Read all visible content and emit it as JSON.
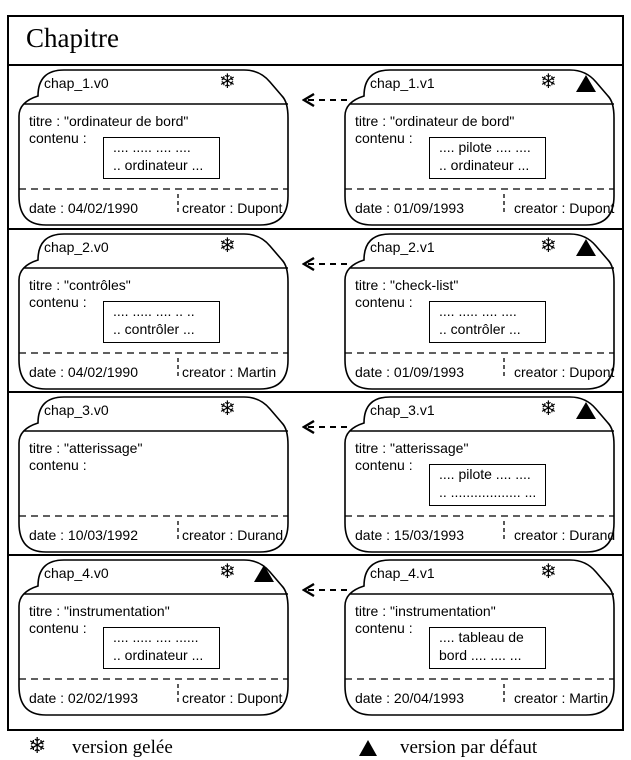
{
  "title": "Chapitre",
  "icons": {
    "frozen": "snowflake-icon",
    "default": "triangle-icon"
  },
  "rows": [
    {
      "left": {
        "name": "chap_1.v0",
        "frozen": true,
        "default": false,
        "titre": "titre : \"ordinateur de bord\"",
        "contenu_label": "contenu :",
        "contenu": [
          ".... ..... .... ....",
          ".. ordinateur ..."
        ],
        "date": "date : 04/02/1990",
        "creator": "creator : Dupont"
      },
      "right": {
        "name": "chap_1.v1",
        "frozen": true,
        "default": true,
        "titre": "titre : \"ordinateur de bord\"",
        "contenu_label": "contenu :",
        "contenu": [
          ".... pilote .... ....",
          ".. ordinateur ..."
        ],
        "date": "date : 01/09/1993",
        "creator": "creator : Dupont"
      }
    },
    {
      "left": {
        "name": "chap_2.v0",
        "frozen": true,
        "default": false,
        "titre": "titre : \"contrôles\"",
        "contenu_label": "contenu :",
        "contenu": [
          ".... ..... .... .. ..",
          ".. contrôler ..."
        ],
        "date": "date : 04/02/1990",
        "creator": "creator : Martin"
      },
      "right": {
        "name": "chap_2.v1",
        "frozen": true,
        "default": true,
        "titre": "titre : \"check-list\"",
        "contenu_label": "contenu :",
        "contenu": [
          ".... ..... .... ....",
          ".. contrôler ..."
        ],
        "date": "date : 01/09/1993",
        "creator": "creator : Dupont"
      }
    },
    {
      "left": {
        "name": "chap_3.v0",
        "frozen": true,
        "default": false,
        "titre": "titre : \"atterissage\"",
        "contenu_label": "contenu :",
        "contenu": [],
        "date": "date : 10/03/1992",
        "creator": "creator : Durand"
      },
      "right": {
        "name": "chap_3.v1",
        "frozen": true,
        "default": true,
        "titre": "titre : \"atterissage\"",
        "contenu_label": "contenu :",
        "contenu": [
          ".... pilote .... ....",
          ".. .................. ..."
        ],
        "date": "date : 15/03/1993",
        "creator": "creator : Durand"
      }
    },
    {
      "left": {
        "name": "chap_4.v0",
        "frozen": true,
        "default": true,
        "titre": "titre : \"instrumentation\"",
        "contenu_label": "contenu :",
        "contenu": [
          ".... ..... .... ......",
          ".. ordinateur ..."
        ],
        "date": "date : 02/02/1993",
        "creator": "creator : Dupont"
      },
      "right": {
        "name": "chap_4.v1",
        "frozen": true,
        "default": false,
        "titre": "titre : \"instrumentation\"",
        "contenu_label": "contenu :",
        "contenu": [
          ".... tableau de",
          "bord .... .... ..."
        ],
        "date": "date : 20/04/1993",
        "creator": "creator : Martin"
      }
    }
  ],
  "legend": {
    "frozen_label": "version gelée",
    "default_label": "version par défaut"
  }
}
